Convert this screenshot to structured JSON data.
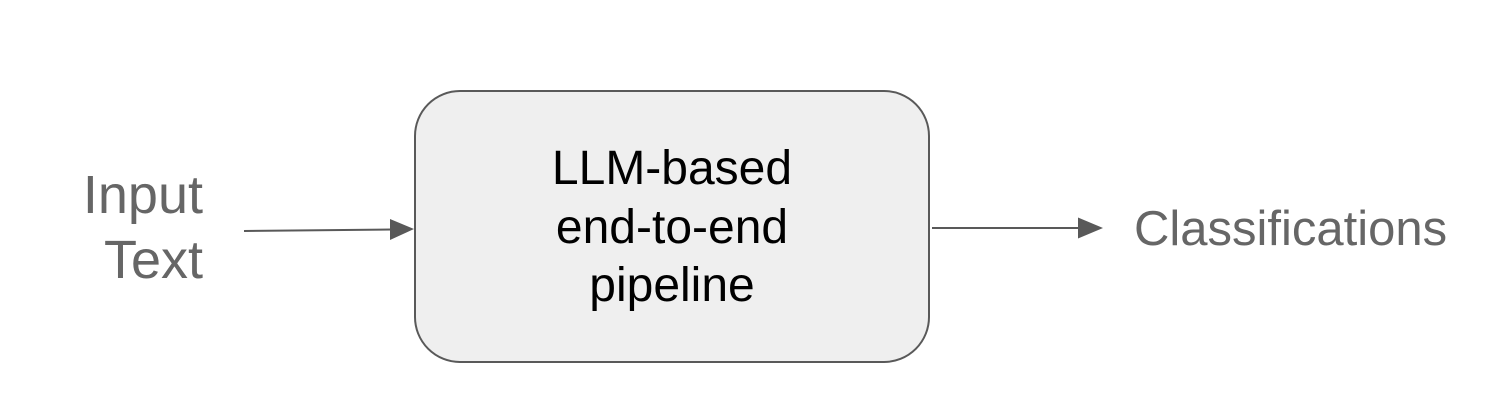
{
  "input": {
    "line1": "Input",
    "line2": "Text"
  },
  "node": {
    "line1": "LLM-based",
    "line2": "end-to-end",
    "line3": "pipeline"
  },
  "output": {
    "label": "Classifications"
  },
  "colors": {
    "box_fill": "#efefef",
    "box_border": "#595959",
    "arrow": "#595959",
    "side_text": "#666666",
    "box_text": "#000000"
  }
}
